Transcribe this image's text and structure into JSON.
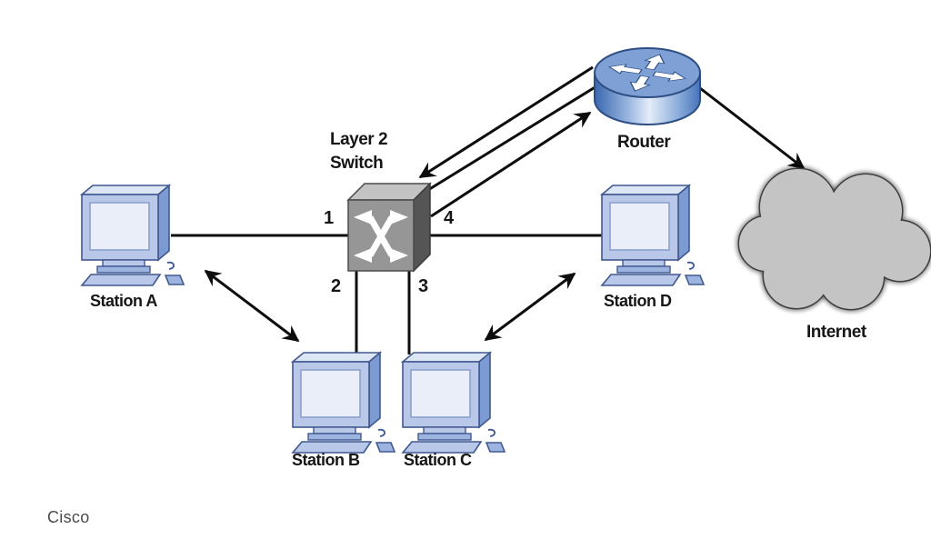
{
  "figure": {
    "type": "network-topology-diagram",
    "credit": "Cisco"
  },
  "labels": {
    "switch_label": "Layer 2\nSwitch",
    "port_1": "1",
    "port_2": "2",
    "port_3": "3",
    "port_4": "4",
    "station_a": "Station A",
    "station_b": "Station B",
    "station_c": "Station C",
    "station_d": "Station D",
    "router_label": "Router",
    "internet_label": "Internet"
  },
  "icons": {
    "station": "desktop-computer-icon",
    "switch": "layer2-switch-cube-icon",
    "router": "router-cylinder-icon",
    "internet": "cloud-icon"
  },
  "colors": {
    "line": "#0d0d0d",
    "label_text": "#161616",
    "credit_text": "#4a4a4a",
    "switch_front": "#969696",
    "switch_top": "#c3c3c3",
    "switch_side": "#555555",
    "computer_body": "#b9c8e8",
    "computer_screen": "#e9eef9",
    "computer_edge": "#41598f",
    "router_top": "#7fa0d4",
    "router_edge": "#2e4f86",
    "cloud_fill": "#c4c4c4",
    "cloud_edge": "#3f3f3f"
  },
  "topology": {
    "nodes": [
      {
        "id": "station-a",
        "label": "Station A",
        "type": "computer"
      },
      {
        "id": "station-b",
        "label": "Station B",
        "type": "computer"
      },
      {
        "id": "station-c",
        "label": "Station C",
        "type": "computer"
      },
      {
        "id": "station-d",
        "label": "Station D",
        "type": "computer"
      },
      {
        "id": "switch",
        "label": "Layer 2 Switch",
        "type": "switch"
      },
      {
        "id": "router",
        "label": "Router",
        "type": "router"
      },
      {
        "id": "internet",
        "label": "Internet",
        "type": "cloud"
      }
    ],
    "links": [
      {
        "from": "station-a",
        "to": "switch",
        "port": "1",
        "style": "plain"
      },
      {
        "from": "switch",
        "to": "station-b",
        "port": "2",
        "style": "plain"
      },
      {
        "from": "switch",
        "to": "station-c",
        "port": "3",
        "style": "plain"
      },
      {
        "from": "switch",
        "to": "station-d",
        "port": "4",
        "style": "plain"
      },
      {
        "from": "station-a",
        "to": "station-b",
        "style": "double-headed-arrow"
      },
      {
        "from": "station-c",
        "to": "station-d",
        "style": "double-headed-arrow"
      },
      {
        "from": "router",
        "to": "switch",
        "style": "arrow-at-switch-end"
      },
      {
        "from": "switch",
        "to": "router",
        "style": "plain"
      },
      {
        "from": "switch",
        "to": "router",
        "style": "arrow-at-router-end"
      },
      {
        "from": "router",
        "to": "internet",
        "style": "arrow-at-internet-end"
      }
    ]
  }
}
